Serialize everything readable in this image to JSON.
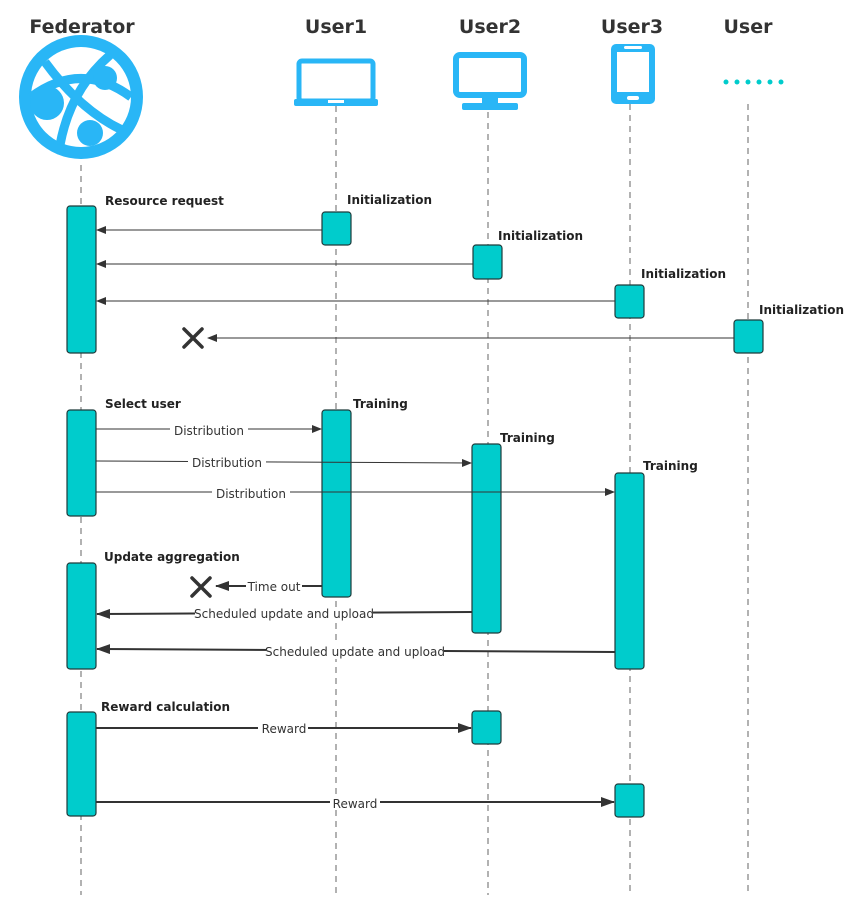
{
  "participants": {
    "federator": "Federator",
    "user1": "User1",
    "user2": "User2",
    "user3": "User3",
    "user": "User"
  },
  "labels": {
    "resource_request": "Resource request",
    "select_user": "Select user",
    "update_aggregation": "Update aggregation",
    "reward_calculation": "Reward calculation",
    "init1": "Initialization",
    "init2": "Initialization",
    "init3": "Initialization",
    "init4": "Initialization",
    "training1": "Training",
    "training2": "Training",
    "training3": "Training"
  },
  "messages": {
    "distribution1": "Distribution",
    "distribution2": "Distribution",
    "distribution3": "Distribution",
    "time_out": "Time out",
    "scheduled_upload1": "Scheduled update and upload",
    "scheduled_upload2": "Scheduled update and upload",
    "reward1": "Reward",
    "reward2": "Reward"
  },
  "colors": {
    "accent": "#00cccc",
    "icon": "#29b6f6",
    "text": "#333333"
  },
  "icons": {
    "federator": "globe-network-icon",
    "user1": "laptop-icon",
    "user2": "monitor-icon",
    "user3": "tablet-icon",
    "user": "ellipsis-icon"
  }
}
